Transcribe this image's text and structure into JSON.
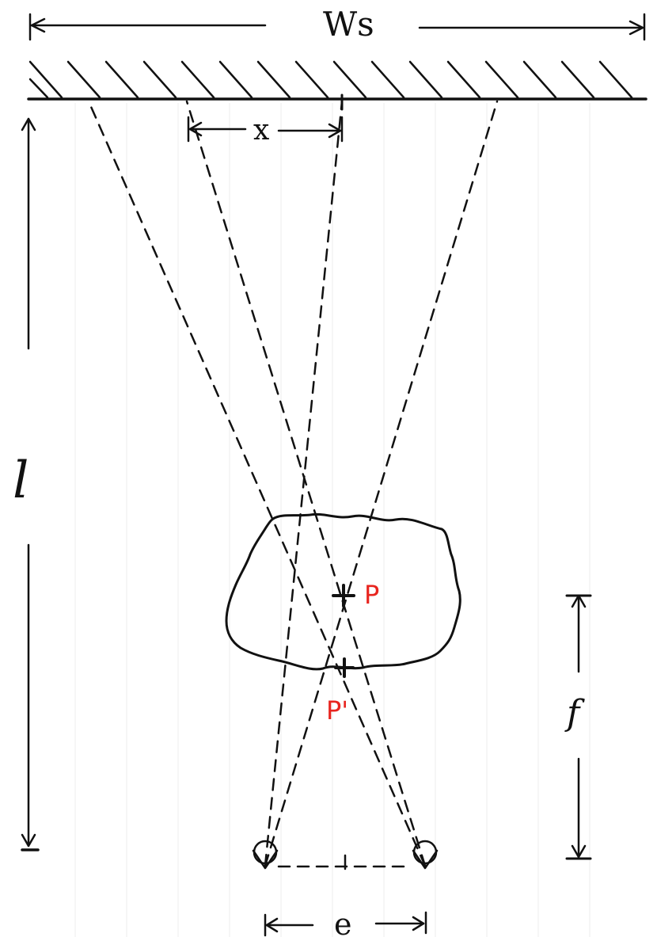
{
  "diagram": {
    "labels": {
      "screen_width": "Ws",
      "offset": "x",
      "distance": "l",
      "object_point": "P",
      "image_point": "P'",
      "depth": "f",
      "eye_separation": "e"
    },
    "colors": {
      "ink": "#111111",
      "point_label": "#e8251f"
    }
  }
}
